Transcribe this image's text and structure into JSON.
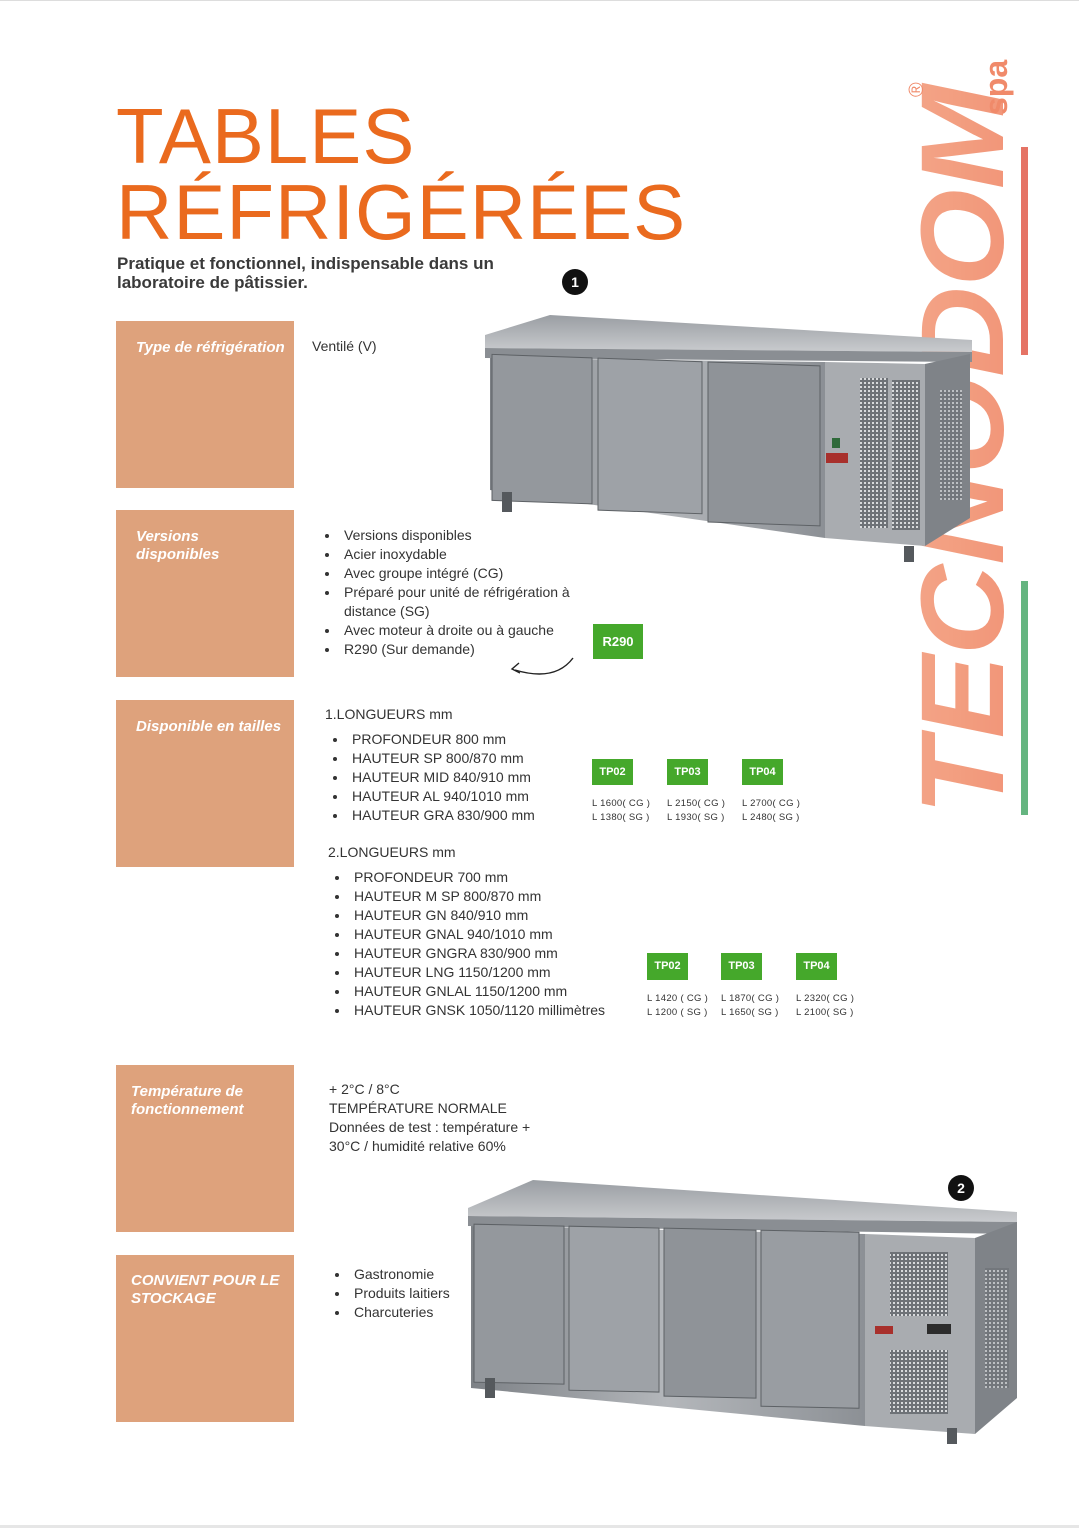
{
  "title": {
    "line1": "TABLES",
    "line2": "RÉFRIGÉRÉES"
  },
  "subtitle": "Pratique et fonctionnel, indispensable dans un laboratoire de pâtissier.",
  "markers": {
    "one": "1",
    "two": "2"
  },
  "logo": {
    "brand": "TECNODOM",
    "suffix": "spa",
    "registered": "®"
  },
  "sections": {
    "refrigeration": {
      "label": "Type de réfrigération",
      "value": "Ventilé (V)"
    },
    "versions": {
      "label": "Versions disponibles",
      "items": [
        "Versions disponibles",
        "Acier inoxydable",
        "Avec groupe intégré (CG)",
        "Préparé pour unité de réfrigération à distance (SG)",
        "Avec moteur à droite ou à gauche",
        "R290 (Sur demande)"
      ],
      "badge": "R290"
    },
    "sizes": {
      "label": "Disponible en tailles",
      "group1": {
        "heading": "1.LONGUEURS mm",
        "items": [
          "PROFONDEUR 800 mm",
          "HAUTEUR SP 800/870 mm",
          "HAUTEUR MID 840/910 mm",
          "HAUTEUR AL 940/1010 mm",
          "HAUTEUR GRA 830/900 mm"
        ],
        "models": [
          {
            "tag": "TP02",
            "cg": "L 1600( CG )",
            "sg": "L 1380( SG )"
          },
          {
            "tag": "TP03",
            "cg": "L 2150( CG )",
            "sg": "L 1930( SG )"
          },
          {
            "tag": "TP04",
            "cg": "L 2700( CG )",
            "sg": "L 2480( SG )"
          }
        ]
      },
      "group2": {
        "heading": "2.LONGUEURS mm",
        "items": [
          "PROFONDEUR 700 mm",
          "HAUTEUR M SP 800/870 mm",
          "HAUTEUR GN 840/910 mm",
          "HAUTEUR GNAL 940/1010 mm",
          "HAUTEUR GNGRA 830/900 mm",
          "HAUTEUR LNG 1150/1200 mm",
          "HAUTEUR GNLAL 1150/1200 mm",
          "HAUTEUR GNSK 1050/1120 millimètres"
        ],
        "models": [
          {
            "tag": "TP02",
            "cg": "L 1420 ( CG )",
            "sg": "L 1200 ( SG )"
          },
          {
            "tag": "TP03",
            "cg": "L 1870( CG )",
            "sg": "L 1650( SG )"
          },
          {
            "tag": "TP04",
            "cg": "L 2320( CG )",
            "sg": "L 2100( SG )"
          }
        ]
      }
    },
    "temperature": {
      "label": "Température de fonctionnement",
      "range": "+ 2°C / 8°C",
      "normal": "TEMPÉRATURE NORMALE",
      "test_line1": "Données de test : température +",
      "test_line2": "30°C / humidité relative 60%"
    },
    "storage": {
      "label": "CONVIENT POUR LE STOCKAGE",
      "items": [
        "Gastronomie",
        "Produits laitiers",
        "Charcuteries"
      ]
    }
  },
  "colors": {
    "accent": "#ea6a1e",
    "box": "#dea27c",
    "tag": "#45a82b",
    "logo": "#f08a6a"
  }
}
